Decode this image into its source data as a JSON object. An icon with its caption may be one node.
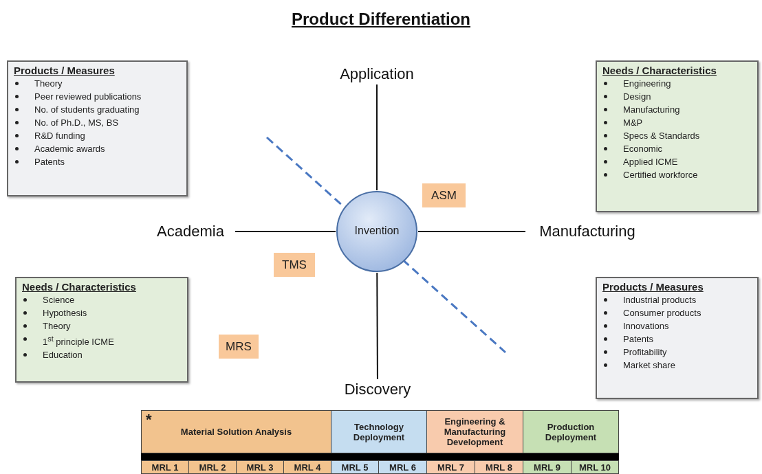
{
  "diagram": {
    "title": "Product Differentiation",
    "nodes": [
      {
        "text": [
          "Application"
        ]
      },
      {
        "text": [
          "Academia"
        ]
      },
      {
        "text": [
          "Invention"
        ]
      },
      {
        "text": [
          "Manufacturing"
        ]
      },
      {
        "text": [
          "Discovery"
        ]
      },
      {
        "text": [
          "Products / Measures",
          "Theory",
          "Peer reviewed publications",
          "No. of students graduating",
          "No. of Ph.D., MS, BS",
          "R&D funding",
          "Academic awards",
          "Patents"
        ]
      },
      {
        "text": [
          "Needs / Characteristics",
          "Engineering",
          "Design",
          "Manufacturing",
          "M&P",
          "Specs & Standards",
          "Economic",
          "Applied ICME",
          "Certified workforce"
        ]
      },
      {
        "text": [
          "Needs / Characteristics",
          "Science",
          "Hypothesis",
          "Theory",
          "1$^{st}$ principle ICME",
          "Education"
        ]
      },
      {
        "text": [
          "Products / Measures",
          "Industrial products",
          "Consumer products",
          "Innovations",
          "Patents",
          "Profitability",
          "Market share"
        ]
      },
      {
        "text": [
          "ASM"
        ]
      },
      {
        "text": [
          "TMS"
        ]
      },
      {
        "text": [
          "MRS"
        ]
      },
      {
        "text": [
          "Material Solution Analysis"
        ]
      },
      {
        "text": [
          "Technology Deployment"
        ]
      },
      {
        "text": [
          "Engineering & Manufacturing Development"
        ]
      },
      {
        "text": [
          "Production Deployment"
        ]
      },
      {
        "text": [
          "MRL 1"
        ]
      },
      {
        "text": [
          "MRL 2"
        ]
      },
      {
        "text": [
          "MRL 3"
        ]
      },
      {
        "text": [
          "MRL 4"
        ]
      },
      {
        "text": [
          "MRL 5"
        ]
      },
      {
        "text": [
          "MRL 6"
        ]
      },
      {
        "text": [
          "MRL 7"
        ]
      },
      {
        "text": [
          "MRL 8"
        ]
      },
      {
        "text": [
          "MRL 9"
        ]
      },
      {
        "text": [
          "MRL 10"
        ]
      }
    ],
    "edges": [
      {
        "from": 0,
        "to": 2,
        "arrow": "none"
      },
      {
        "from": 1,
        "to": 2,
        "arrow": "none"
      },
      {
        "from": 2,
        "to": 3,
        "arrow": "none"
      },
      {
        "from": 2,
        "to": 4,
        "arrow": "none"
      }
    ],
    "labels": [
      "*"
    ]
  }
}
